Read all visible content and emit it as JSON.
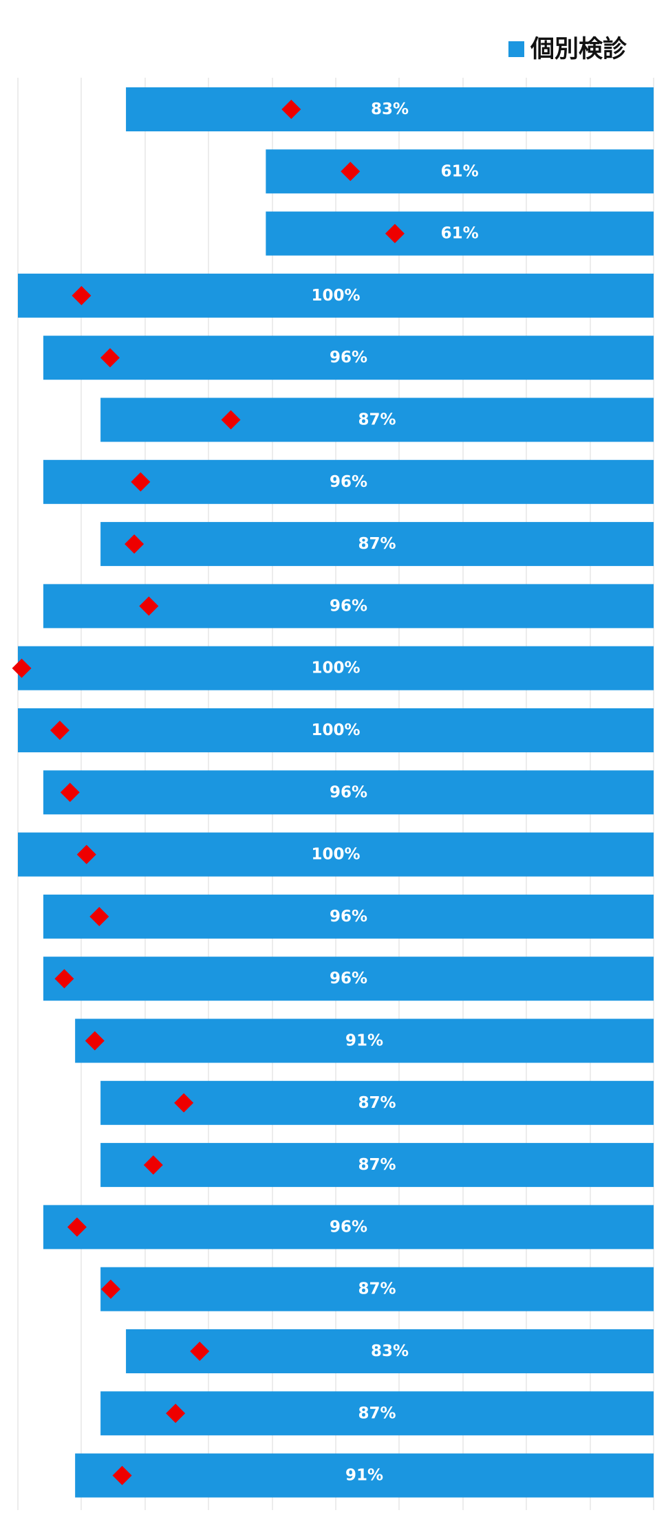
{
  "chart_data": {
    "type": "bar",
    "orientation": "horizontal",
    "title": "",
    "xlabel": "",
    "ylabel": "",
    "xlim": [
      0,
      100
    ],
    "grid": true,
    "legend": {
      "position": "top-right",
      "entries": [
        "個別検診"
      ]
    },
    "series": [
      {
        "name": "個別検診",
        "color": "#1b96e0",
        "values": [
          83,
          61,
          61,
          100,
          96,
          87,
          96,
          87,
          96,
          100,
          100,
          96,
          100,
          96,
          96,
          91,
          87,
          87,
          96,
          87,
          83,
          87,
          91
        ],
        "labels": [
          "83%",
          "61%",
          "61%",
          "100%",
          "96%",
          "87%",
          "96%",
          "87%",
          "96%",
          "100%",
          "100%",
          "96%",
          "100%",
          "96%",
          "96%",
          "91%",
          "87%",
          "87%",
          "96%",
          "87%",
          "83%",
          "87%",
          "91%"
        ]
      },
      {
        "color": "#ee0000",
        "marker": "diamond",
        "values": [
          43,
          52.3,
          59.3,
          10,
          14.5,
          33.5,
          19.3,
          18.3,
          20.6,
          0.6,
          6.6,
          8.2,
          10.8,
          12.8,
          7.3,
          12.1,
          26.1,
          21.3,
          9.3,
          14.6,
          28.6,
          24.8,
          16.4
        ]
      }
    ]
  }
}
